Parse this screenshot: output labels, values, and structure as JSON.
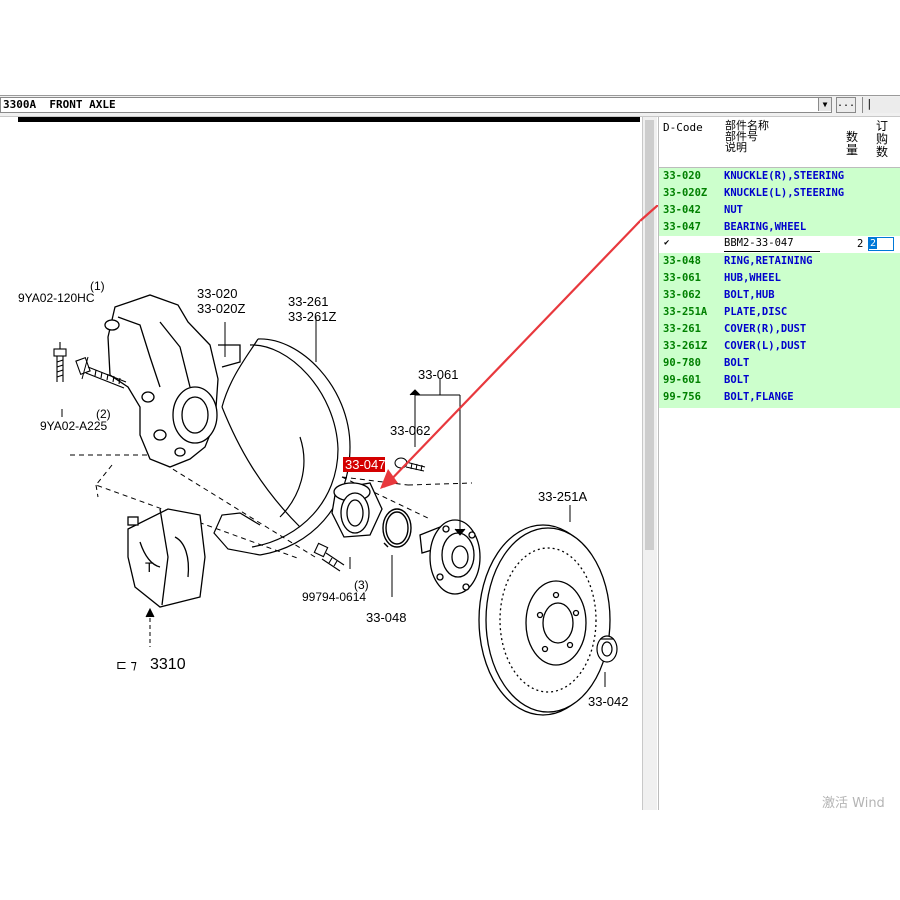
{
  "window": {
    "assembly_combo": "3300A  FRONT AXLE",
    "combo_arrow": "▼",
    "browse_button": "...",
    "tool_button_2": "|"
  },
  "diagram": {
    "callouts": [
      {
        "id": "9ya02-120hc",
        "text": "9YA02-120HC"
      },
      {
        "id": "9ya02-120hc-qty",
        "text": "(1)"
      },
      {
        "id": "9ya02-a225",
        "text": "9YA02-A225"
      },
      {
        "id": "9ya02-a225-qty",
        "text": "(2)"
      },
      {
        "id": "33-020",
        "text": "33-020"
      },
      {
        "id": "33-020z",
        "text": "33-020Z"
      },
      {
        "id": "33-261",
        "text": "33-261"
      },
      {
        "id": "33-261z",
        "text": "33-261Z"
      },
      {
        "id": "33-061",
        "text": "33-061"
      },
      {
        "id": "33-062",
        "text": "33-062"
      },
      {
        "id": "33-047",
        "text": "33-047"
      },
      {
        "id": "33-048",
        "text": "33-048"
      },
      {
        "id": "99794-0614",
        "text": "99794-0614"
      },
      {
        "id": "99794-0614-qty",
        "text": "(3)"
      },
      {
        "id": "33-251a",
        "text": "33-251A"
      },
      {
        "id": "33-042",
        "text": "33-042"
      },
      {
        "id": "3310",
        "text": "3310"
      }
    ],
    "highlight_color": "#d40000",
    "arrow_color": "#e8383d"
  },
  "table": {
    "headers": {
      "dcode": "D-Code",
      "name_lines": [
        "部件名称",
        "部件号",
        "说明"
      ],
      "qty": "数量",
      "order": "订购数"
    },
    "rows": [
      {
        "code": "33-020",
        "name": "KNUCKLE(R),STEERING"
      },
      {
        "code": "33-020Z",
        "name": "KNUCKLE(L),STEERING"
      },
      {
        "code": "33-042",
        "name": "NUT"
      },
      {
        "code": "33-047",
        "name": "BEARING,WHEEL"
      },
      {
        "code": "33-048",
        "name": "RING,RETAINING"
      },
      {
        "code": "33-061",
        "name": "HUB,WHEEL"
      },
      {
        "code": "33-062",
        "name": "BOLT,HUB"
      },
      {
        "code": "33-251A",
        "name": "PLATE,DISC"
      },
      {
        "code": "33-261",
        "name": "COVER(R),DUST"
      },
      {
        "code": "33-261Z",
        "name": "COVER(L),DUST"
      },
      {
        "code": "90-780",
        "name": "BOLT"
      },
      {
        "code": "99-601",
        "name": "BOLT"
      },
      {
        "code": "99-756",
        "name": "BOLT,FLANGE"
      }
    ],
    "selected": {
      "check": "✔",
      "part_number": "BBM2-33-047",
      "qty": "2",
      "order": "2"
    },
    "code_color": "#008000",
    "name_color": "#0000cc",
    "row_bg": "#ccffcc"
  },
  "watermark": "激活 Wind"
}
